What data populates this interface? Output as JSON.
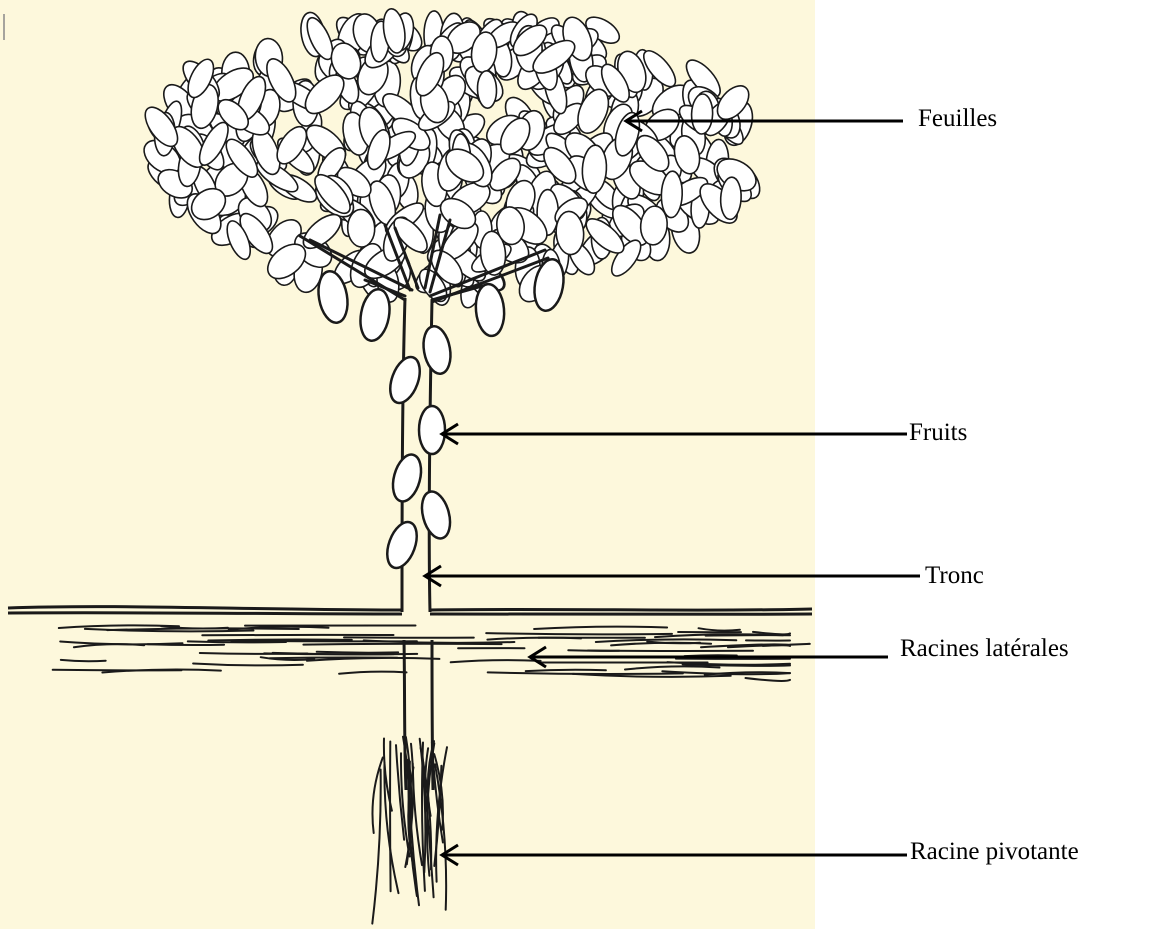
{
  "diagram": {
    "colors": {
      "background": "#fdf8dc",
      "ink": "#1a1a1a",
      "fruit_fill": "#ffffff",
      "leaf_fill": "#ffffff"
    },
    "labels": [
      {
        "id": "feuilles",
        "text": "Feuilles"
      },
      {
        "id": "fruits",
        "text": "Fruits"
      },
      {
        "id": "tronc",
        "text": "Tronc"
      },
      {
        "id": "racines-laterales",
        "text": "Racines latérales"
      },
      {
        "id": "racine-pivotante",
        "text": "Racine pivotante"
      }
    ]
  }
}
